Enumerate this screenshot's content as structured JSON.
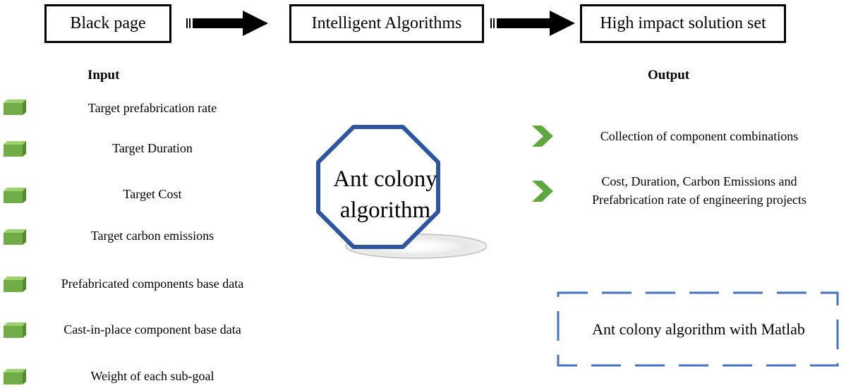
{
  "top_flow": {
    "box1": "Black page",
    "box2": "Intelligent Algorithms",
    "box3": "High impact solution set"
  },
  "input": {
    "heading": "Input",
    "items": [
      "Target prefabrication  rate",
      "Target Duration",
      "Target Cost",
      "Target carbon emissions",
      "Prefabricated components base data",
      "Cast-in-place component base data",
      "Weight of each sub-goal"
    ]
  },
  "center": {
    "line1": "Ant colony",
    "line2": "algorithm"
  },
  "output": {
    "heading": "Output",
    "items": [
      {
        "line1": "Collection of component combinations",
        "line2": ""
      },
      {
        "line1": "Cost, Duration, Carbon Emissions and",
        "line2": "Prefabrication rate of engineering projects"
      }
    ]
  },
  "matlab_box": "Ant colony algorithm with Matlab",
  "colors": {
    "cube_green": "#70ad47",
    "chevron_green": "#5fa83f",
    "octagon_blue": "#2e55a0",
    "dash_blue": "#4472c4"
  }
}
